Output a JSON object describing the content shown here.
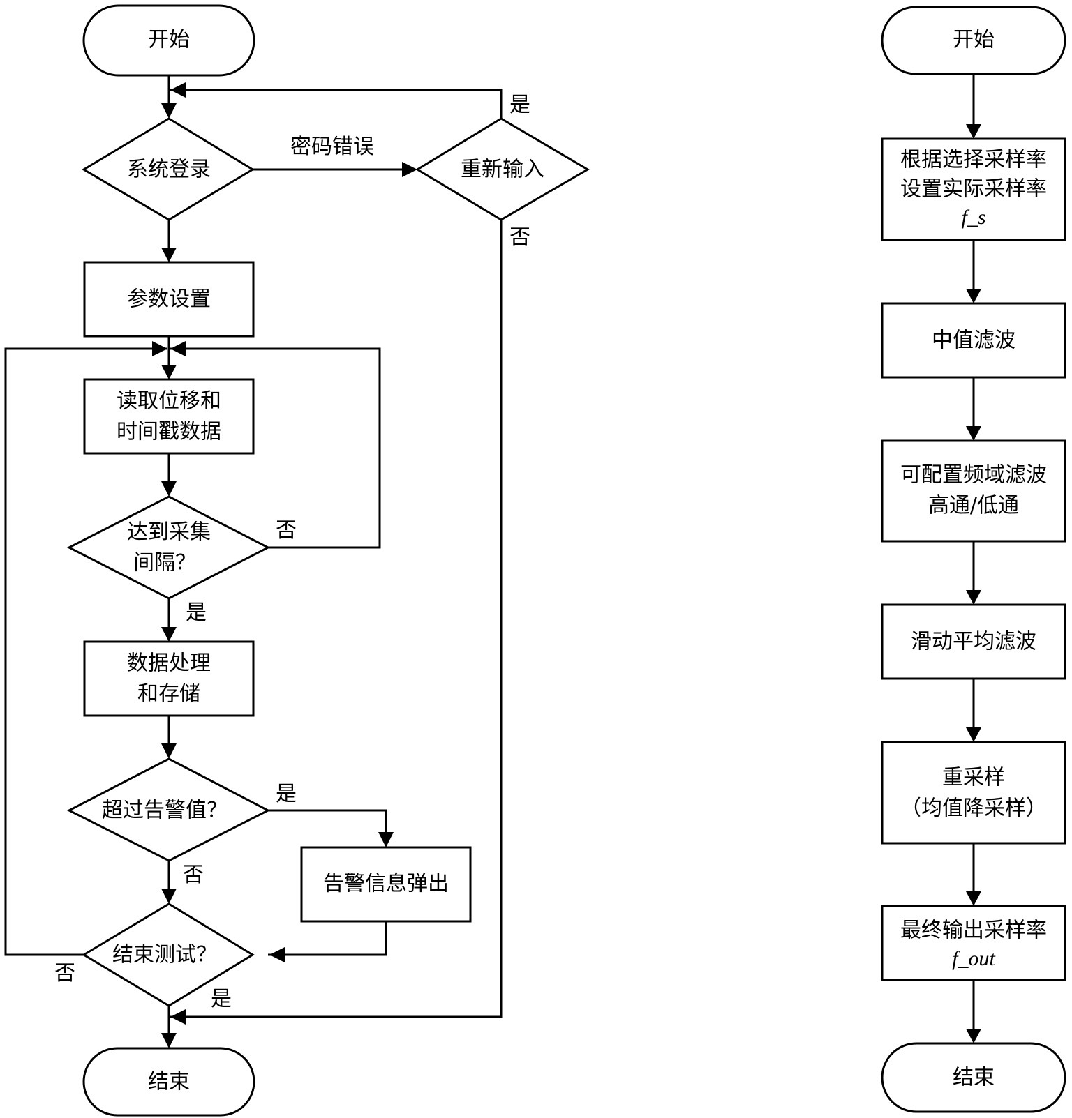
{
  "left_flowchart": {
    "start": "开始",
    "login": "系统登录",
    "password_error_label": "密码错误",
    "reenter": "重新输入",
    "reenter_yes": "是",
    "reenter_no": "否",
    "param_setting": "参数设置",
    "read_data": [
      "读取位移和",
      "时间戳数据"
    ],
    "interval_check": [
      "达到采集",
      "间隔？"
    ],
    "interval_no": "否",
    "interval_yes": "是",
    "process_store": [
      "数据处理",
      "和存储"
    ],
    "alarm_check": "超过告警值？",
    "alarm_yes": "是",
    "alarm_no": "否",
    "alarm_popup": "告警信息弹出",
    "end_test_check": "结束测试？",
    "end_test_no": "否",
    "end_test_yes": "是",
    "end": "结束"
  },
  "right_flowchart": {
    "start": "开始",
    "set_rate": [
      "根据选择采样率",
      "设置实际采样率"
    ],
    "set_rate_var": "f_s",
    "median_filter": "中值滤波",
    "freq_filter": [
      "可配置频域滤波",
      "高通/低通"
    ],
    "moving_avg": "滑动平均滤波",
    "resample": [
      "重采样",
      "（均值降采样）"
    ],
    "output_rate": "最终输出采样率",
    "output_rate_var": "f_out",
    "end": "结束"
  }
}
